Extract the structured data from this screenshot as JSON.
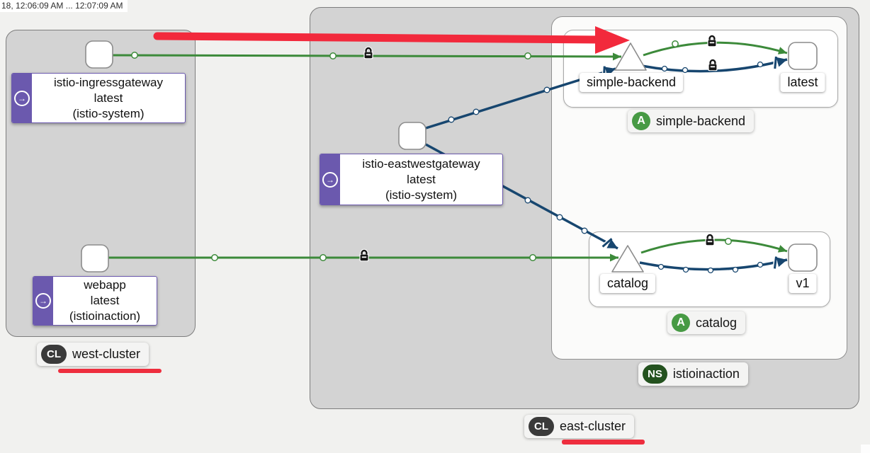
{
  "header": {
    "time_range": "18, 12:06:09 AM ... 12:07:09 AM"
  },
  "clusters": {
    "west": {
      "abbr": "CL",
      "name": "west-cluster"
    },
    "east": {
      "abbr": "CL",
      "name": "east-cluster"
    }
  },
  "namespace": {
    "abbr": "NS",
    "name": "istioinaction"
  },
  "apps": {
    "simple_backend": {
      "abbr": "A",
      "name": "simple-backend"
    },
    "catalog": {
      "abbr": "A",
      "name": "catalog"
    }
  },
  "workloads": {
    "ingressgateway": {
      "name": "istio-ingressgateway",
      "version": "latest",
      "namespace": "(istio-system)"
    },
    "webapp": {
      "name": "webapp",
      "version": "latest",
      "namespace": "(istioinaction)"
    },
    "eastwestgateway": {
      "name": "istio-eastwestgateway",
      "version": "latest",
      "namespace": "(istio-system)"
    }
  },
  "services": {
    "simple_backend": {
      "label": "simple-backend"
    },
    "catalog": {
      "label": "v1",
      "label_service": "catalog"
    }
  },
  "versions": {
    "simple_backend_latest": {
      "label": "latest"
    },
    "catalog_v1": {
      "label": "v1"
    }
  },
  "icons": {
    "workload_glyph": "→",
    "workload_icon": "arrow-circle-right",
    "mtls_icon": "lock"
  },
  "colors": {
    "http_edge_green": "#3c8a3a",
    "tcp_edge_navy": "#17466f",
    "annotation_red": "#f2293c",
    "workload_purple": "#6b59ae",
    "app_badge_green": "#479a44",
    "namespace_badge_green": "#24521f",
    "cluster_badge_dark": "#3a3a3a"
  }
}
